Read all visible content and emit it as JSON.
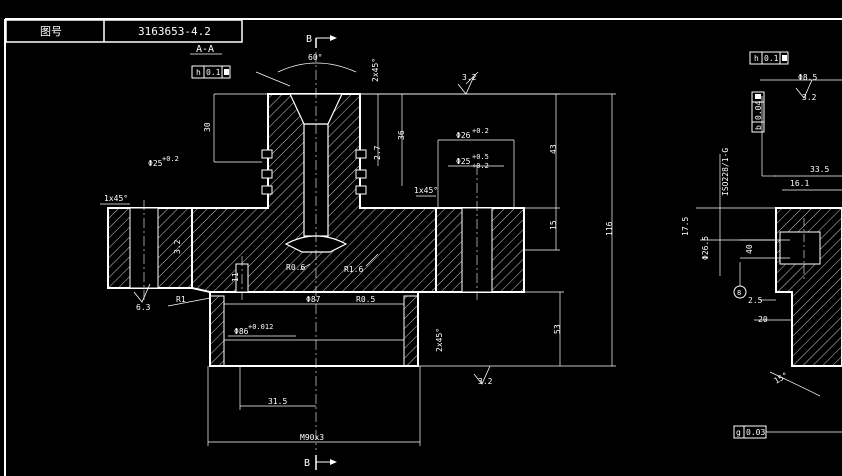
{
  "title_block": {
    "label": "图号",
    "drawing_number": "3163653-4.2"
  },
  "section": {
    "title": "A-A",
    "cut_mark": "B"
  },
  "tolerances": {
    "flatness_left": {
      "symbol": "h",
      "value": "0.1"
    },
    "flatness_right": {
      "symbol": "h",
      "value": "0.1"
    },
    "perp_right": {
      "symbol": "b",
      "value": "0.04"
    },
    "bottom_right": {
      "symbol": "g",
      "value": "0.03"
    }
  },
  "dimensions": {
    "angle_60": "60°",
    "chamfer_2x45": "2x45°",
    "dim_30": "30",
    "dim_36": "36",
    "dim_43": "43",
    "dim_116": "116",
    "dim_15": "15",
    "dim_53": "53",
    "dim_2_7": "2.7",
    "phi26": "Φ26",
    "phi26_tol": "+0.2",
    "phi25": "Φ25",
    "phi25_tol_up": "+0.5",
    "phi25_tol_dn": "+0.2",
    "phi2_5": "Φ25",
    "chamfer_1x45_left": "1x45°",
    "chamfer_1x45_right": "1x45°",
    "r0_6": "R0.6",
    "r1_6": "R1.6",
    "r0_5": "R0.5",
    "r1": "R1",
    "phi87": "Φ87",
    "phi86": "Φ86",
    "phi86_tol": "+0.012",
    "chamfer_2x45_bottom": "2x45°",
    "dim_31_5": "31.5",
    "m90x3": "M90x3",
    "dim_11": "11",
    "rough_3_2": "3.2",
    "rough_3_2b": "3.2",
    "rough_6_3": "6.3",
    "rough_3_2c": "3.2",
    "r_dim_68_5": "Φ8.5",
    "r_rough_3_2": "3.2",
    "r_dim_33_5": "33.5",
    "r_dim_16_1": "16.1",
    "r_dim_17_5": "17.5",
    "r_dim_26_5": "Φ26.5",
    "r_dim_thread": "ISO228/1-G",
    "r_dim_2_5": "2.5",
    "r_dim_20": "20",
    "r_angle_15": "15°",
    "r_dim_40": "40",
    "r_circle_label": "8"
  },
  "colors": {
    "background": "#000000",
    "lines": "#ffffff",
    "hatch": "#ffffff"
  }
}
